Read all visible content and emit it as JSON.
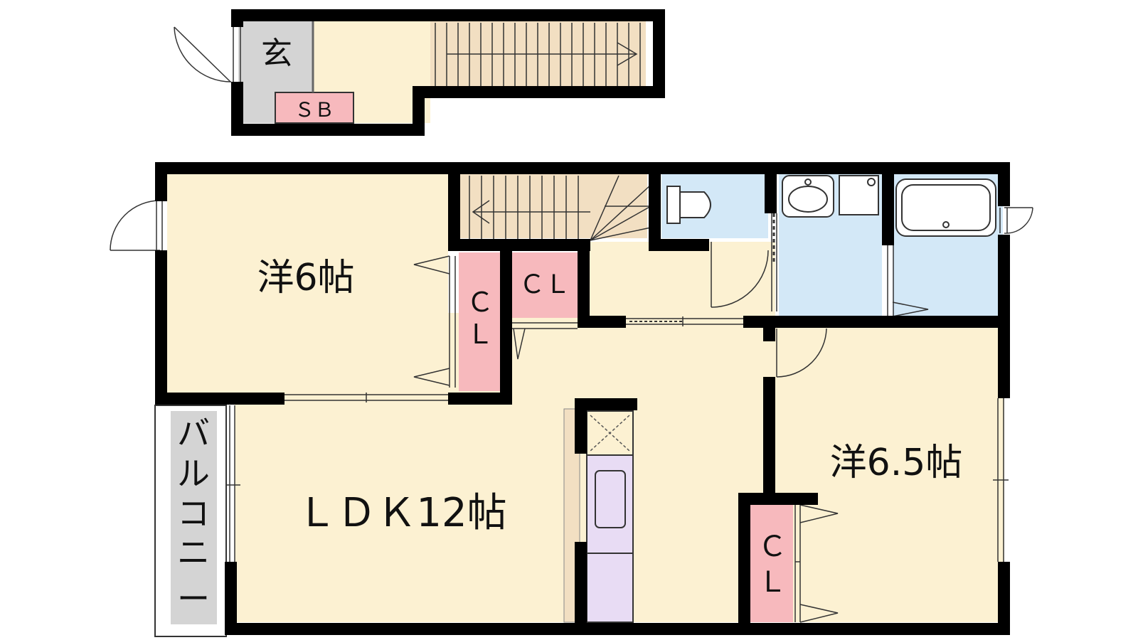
{
  "rooms": {
    "entrance": "玄",
    "shoebox": "ＳＢ",
    "western_room_a": "洋6帖",
    "closet_a": "Ｃ\nＬ",
    "closet_b": "ＣＬ",
    "ldk": "ＬＤＫ12帖",
    "western_room_b": "洋6.5帖",
    "closet_c": "Ｃ\nＬ",
    "balcony": "バ\nル\nコ\nニ\nー"
  },
  "colors": {
    "room_floor": "#fcf1d2",
    "wet_area": "#d3e8f7",
    "closet": "#f7b9bd",
    "entrance_floor": "#d4d4d4",
    "kitchen": "#e8dcf4",
    "stairs": "#f2dfc2",
    "wall": "#000000"
  }
}
